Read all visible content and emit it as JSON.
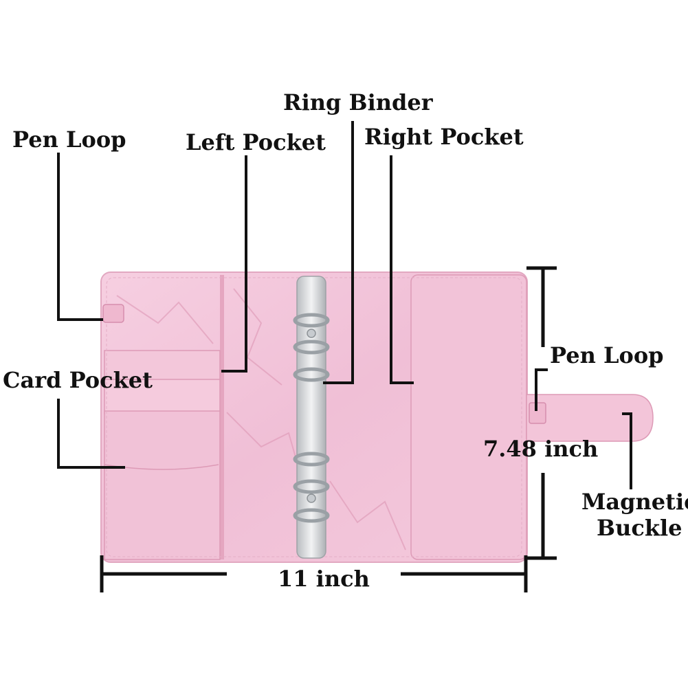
{
  "labels": {
    "pen_loop_left": "Pen Loop",
    "left_pocket": "Left Pocket",
    "ring_binder": "Ring Binder",
    "right_pocket": "Right Pocket",
    "card_pocket": "Card Pocket",
    "pen_loop_right": "Pen Loop",
    "height": "7.48 inch",
    "width": "11 inch",
    "magnetic_buckle_line1": "Magnetic",
    "magnetic_buckle_line2": "Buckle"
  },
  "colors": {
    "binder_pink": "#f2c4d9",
    "binder_pink_dark": "#e7a9c2",
    "marble_vein": "#d98aa8",
    "ring_silver": "#d7dadd",
    "line": "#111111"
  }
}
